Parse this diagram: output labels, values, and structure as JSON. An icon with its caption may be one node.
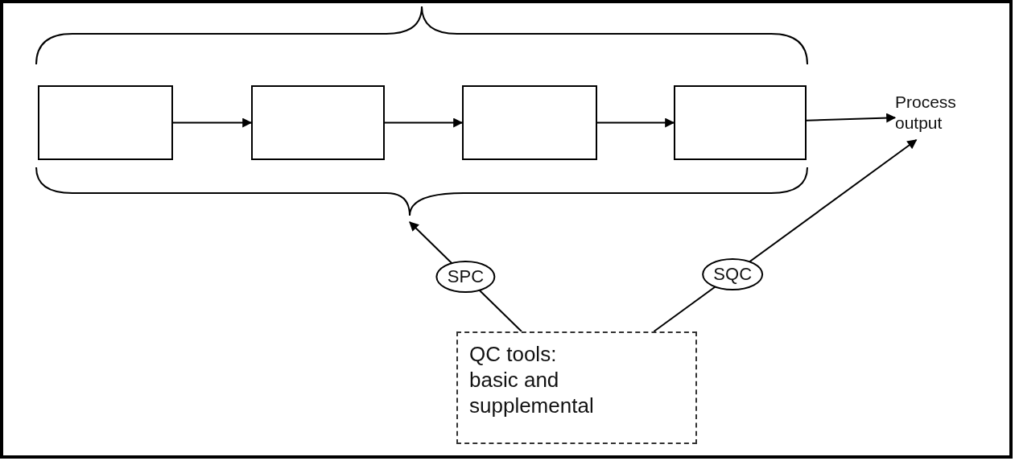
{
  "diagram": {
    "nodes": [
      {
        "text": [],
        "shape": "box"
      },
      {
        "text": [],
        "shape": "box"
      },
      {
        "text": [],
        "shape": "box"
      },
      {
        "text": [],
        "shape": "box"
      },
      {
        "text": [
          "Process output"
        ]
      },
      {
        "text": [],
        "shape": "brace"
      },
      {
        "text": [
          "QC tools: basic and supplemental"
        ]
      }
    ],
    "edges": [
      {
        "from": 0,
        "to": 1,
        "arrow": "to"
      },
      {
        "from": 1,
        "to": 2,
        "arrow": "to"
      },
      {
        "from": 2,
        "to": 3,
        "arrow": "to"
      },
      {
        "from": 3,
        "to": 4,
        "arrow": "to"
      },
      {
        "from": 6,
        "to": 5,
        "arrow": "to",
        "label": "SPC"
      },
      {
        "from": 6,
        "to": 4,
        "arrow": "to",
        "label": "SQC"
      }
    ]
  }
}
